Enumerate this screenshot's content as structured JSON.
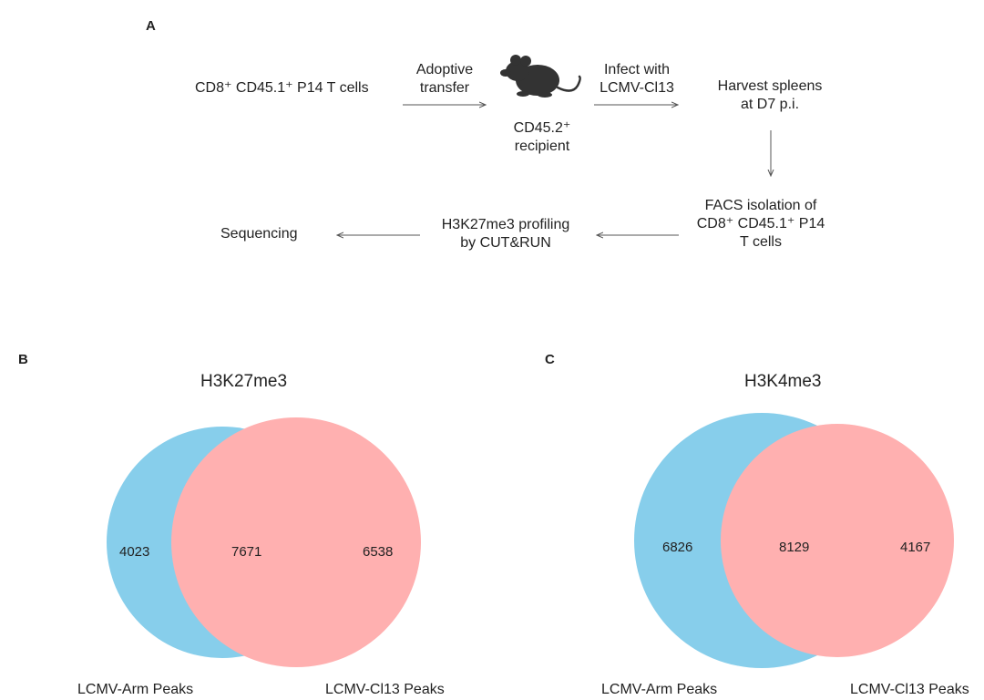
{
  "panel_a": {
    "letter": "A",
    "source_cells": "CD8⁺ CD45.1⁺ P14 T cells",
    "step1_line1": "Adoptive",
    "step1_line2": "transfer",
    "recipient_line1": "CD45.2⁺",
    "recipient_line2": "recipient",
    "step2_line1": "Infect with",
    "step2_line2": "LCMV-Cl13",
    "harvest_line1": "Harvest spleens",
    "harvest_line2": "at D7 p.i.",
    "facs_line1": "FACS isolation of",
    "facs_line2": "CD8⁺ CD45.1⁺ P14",
    "facs_line3": "T cells",
    "profiling_line1": "H3K27me3 profiling",
    "profiling_line2": "by CUT&RUN",
    "sequencing": "Sequencing",
    "mouse_icon": "mouse-icon"
  },
  "panel_b": {
    "letter": "B",
    "title": "H3K27me3",
    "left_only": "4023",
    "overlap": "7671",
    "right_only": "6538",
    "left_label": "LCMV-Arm Peaks",
    "right_label": "LCMV-Cl13 Peaks"
  },
  "panel_c": {
    "letter": "C",
    "title": "H3K4me3",
    "left_only": "6826",
    "overlap": "8129",
    "right_only": "4167",
    "left_label": "LCMV-Arm Peaks",
    "right_label": "LCMV-Cl13 Peaks"
  },
  "colors": {
    "arm": "#87ceeb",
    "cl13": "#ff9a9a",
    "arrow": "#555555",
    "mouse": "#333333"
  }
}
